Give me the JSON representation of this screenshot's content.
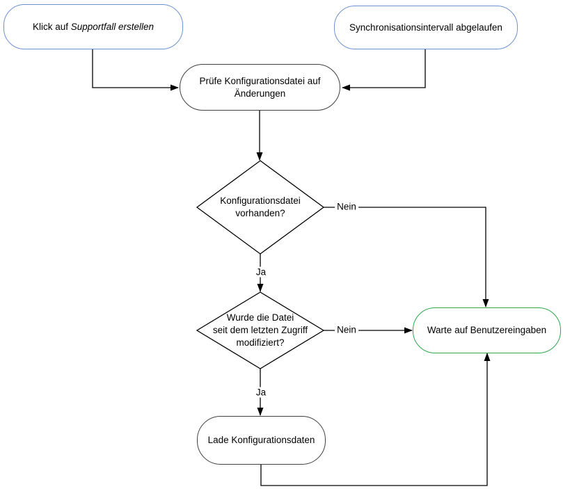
{
  "diagram": {
    "nodes": {
      "start_click": {
        "prefix": "Klick auf ",
        "italic": "Supportfall erstellen"
      },
      "start_sync": {
        "label": "Synchronisationsintervall abgelaufen"
      },
      "check_config": {
        "line1": "Prüfe Konfigurationsdatei auf",
        "line2": "Änderungen"
      },
      "decision_config_exists": {
        "line1": "Konfigurationsdatei",
        "line2": "vorhanden?"
      },
      "decision_modified": {
        "line1": "Wurde die Datei",
        "line2": "seit dem letzten Zugriff",
        "line3": "modifiziert?"
      },
      "wait_input": {
        "label": "Warte auf Benutzereingaben"
      },
      "load_config": {
        "label": "Lade Konfigurationsdaten"
      }
    },
    "edge_labels": {
      "no_config": "Nein",
      "yes_config": "Ja",
      "no_modified": "Nein",
      "yes_modified": "Ja"
    },
    "colors": {
      "trigger_border": "#6e91d2",
      "wait_border": "#2fa64c",
      "process_border": "#3f3f3f",
      "decision_border": "#000000",
      "edge": "#000000",
      "text": "#000000",
      "background": "#ffffff"
    }
  }
}
